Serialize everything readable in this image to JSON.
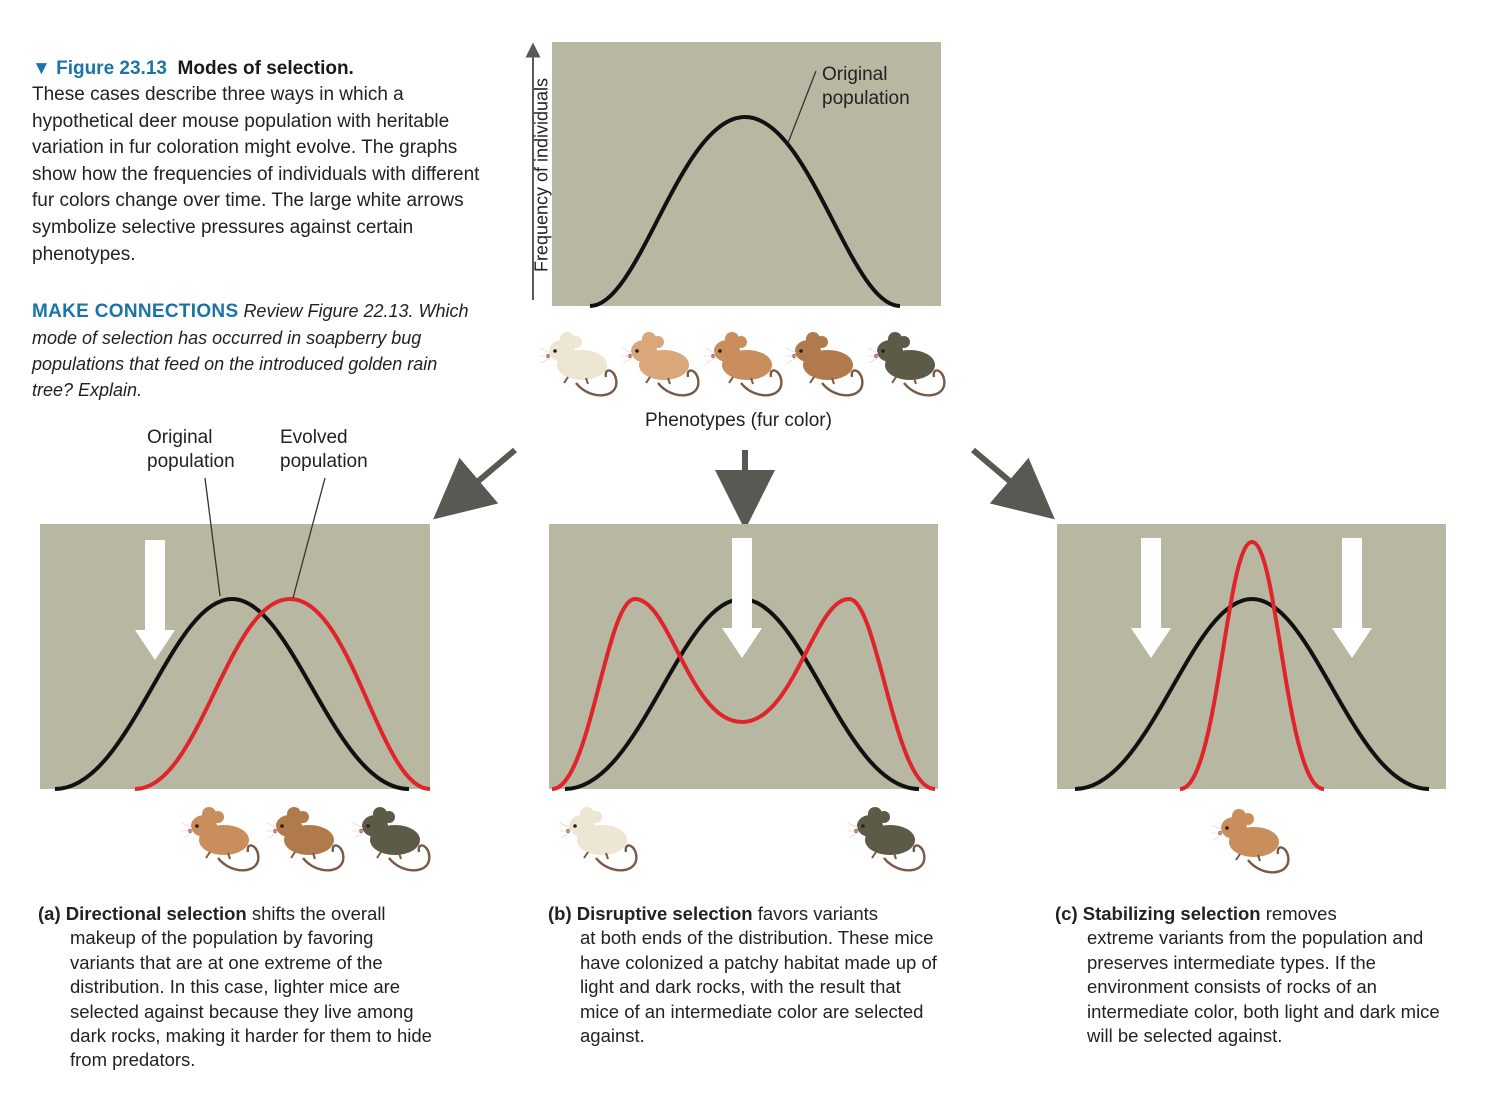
{
  "figure": {
    "number": "▼ Figure 23.13",
    "title": "Modes of selection.",
    "description": "These cases describe three ways in which a hypothetical deer mouse population with heritable variation in fur coloration might evolve. The graphs show how the frequencies of individuals with different fur colors change over time. The large white arrows symbolize selective pressures against certain phenotypes."
  },
  "make_connections": {
    "heading": "MAKE CONNECTIONS",
    "text": "Review Figure 22.13. Which mode of selection has occurred in soapberry bug populations that feed on the introduced golden rain tree? Explain."
  },
  "top_panel": {
    "y_axis_label": "Frequency of individuals",
    "x_axis_label": "Phenotypes (fur color)",
    "curve_label_line1": "Original",
    "curve_label_line2": "population"
  },
  "panel_a_labels": {
    "original_line1": "Original",
    "original_line2": "population",
    "evolved_line1": "Evolved",
    "evolved_line2": "population"
  },
  "panels": [
    {
      "letter": "(a)",
      "term": "Directional selection",
      "text_first": "shifts the overall",
      "text_rest": "makeup of the population by favoring variants that are at one extreme of the distribution. In this case, lighter mice are selected against because they live among dark rocks, making it harder for them to hide from predators."
    },
    {
      "letter": "(b)",
      "term": "Disruptive selection",
      "text_first": "favors variants",
      "text_rest": "at both ends of the distribution. These mice have colonized a patchy habitat made up of light and dark rocks, with the result that mice of an intermediate color are selected against."
    },
    {
      "letter": "(c)",
      "term": "Stabilizing selection",
      "text_first": "removes",
      "text_rest": "extreme variants from the population and preserves intermediate types. If the environment consists of rocks of an intermediate color, both light and dark mice will be selected against."
    }
  ],
  "colors": {
    "panel_bg": "#b8b8a2",
    "original_curve": "#111111",
    "evolved_curve": "#e0242b",
    "accent_blue": "#1b74a8",
    "arrow_gray": "#595954",
    "fur_light": "#ece6d2",
    "fur_tan_light": "#d9a77a",
    "fur_tan": "#c98e5c",
    "fur_tan_dark": "#b07a4c",
    "fur_dark": "#5d5a48"
  }
}
